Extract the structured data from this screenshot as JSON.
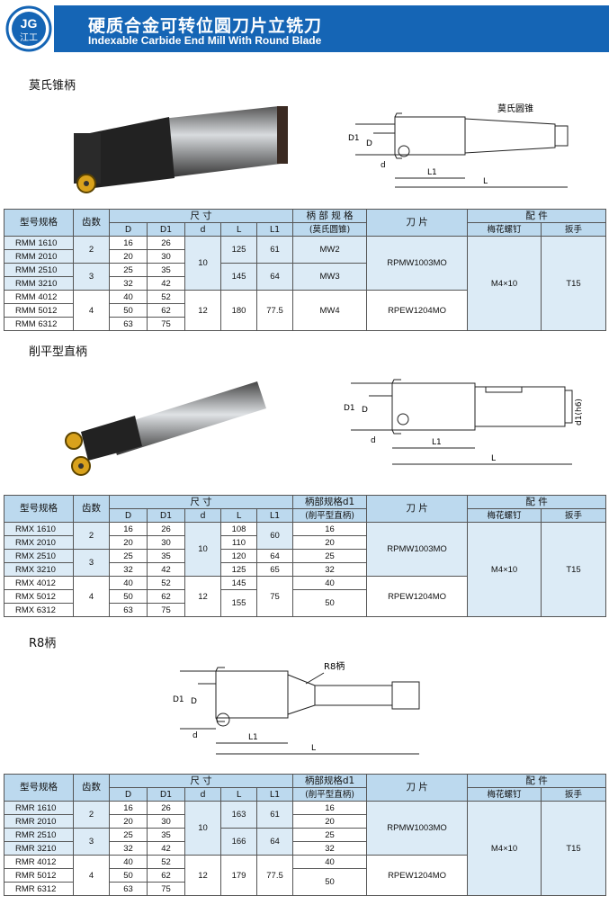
{
  "header": {
    "logo_text_top": "JG",
    "logo_text_bottom": "江工",
    "title_cn": "硬质合金可转位圆刀片立铣刀",
    "title_en": "Indexable Carbide End Mill With Round Blade"
  },
  "colors": {
    "header_band": "#1565b5",
    "table_header": "#bcd9ee",
    "table_row": "#dcebf6"
  },
  "sections": [
    {
      "title": "莫氏锥柄",
      "drawing_labels": {
        "shank": "莫氏圆锥",
        "D1": "D1",
        "D": "D",
        "d": "d",
        "L1": "L1",
        "L": "L"
      },
      "table": {
        "h_model": "型号规格",
        "h_teeth": "齿数",
        "h_size": "尺          寸",
        "h_shank": "柄 部 规 格",
        "h_shank2": "(莫氏圆锥)",
        "h_blade": "刀    片",
        "h_acc": "配        件",
        "h_screw": "梅花螺钉",
        "h_wrench": "扳手",
        "h_D": "D",
        "h_D1": "D1",
        "h_d": "d",
        "h_L": "L",
        "h_L1": "L1",
        "models": [
          "RMM 1610",
          "RMM 2010",
          "RMM 2510",
          "RMM 3210",
          "RMM 4012",
          "RMM 5012",
          "RMM 6312"
        ],
        "D": [
          "16",
          "20",
          "25",
          "32",
          "40",
          "50",
          "63"
        ],
        "D1": [
          "26",
          "30",
          "35",
          "42",
          "52",
          "62",
          "75"
        ],
        "teeth": [
          "2",
          "3",
          "4"
        ],
        "d": [
          "10",
          "12"
        ],
        "L": [
          "125",
          "145",
          "180"
        ],
        "L1": [
          "61",
          "64",
          "77.5"
        ],
        "shank": [
          "MW2",
          "MW3",
          "MW4"
        ],
        "blade": [
          "RPMW1003MO",
          "RPEW1204MO"
        ],
        "screw": "M4×10",
        "wrench": "T15"
      }
    },
    {
      "title": "削平型直柄",
      "drawing_labels": {
        "D1": "D1",
        "D": "D",
        "d": "d",
        "L1": "L1",
        "L": "L",
        "d1": "d1(h6)"
      },
      "table": {
        "h_model": "型号规格",
        "h_teeth": "齿数",
        "h_size": "尺          寸",
        "h_shank": "柄部规格d1",
        "h_shank2": "(削平型直柄)",
        "h_blade": "刀    片",
        "h_acc": "配        件",
        "h_screw": "梅花螺钉",
        "h_wrench": "扳手",
        "h_D": "D",
        "h_D1": "D1",
        "h_d": "d",
        "h_L": "L",
        "h_L1": "L1",
        "models": [
          "RMX 1610",
          "RMX 2010",
          "RMX 2510",
          "RMX 3210",
          "RMX 4012",
          "RMX 5012",
          "RMX 6312"
        ],
        "D": [
          "16",
          "20",
          "25",
          "32",
          "40",
          "50",
          "63"
        ],
        "D1": [
          "26",
          "30",
          "35",
          "42",
          "52",
          "62",
          "75"
        ],
        "teeth": [
          "2",
          "3",
          "4"
        ],
        "d": [
          "10",
          "12"
        ],
        "L": [
          "108",
          "110",
          "120",
          "125",
          "145",
          "155"
        ],
        "L1": [
          "60",
          "64",
          "65",
          "75"
        ],
        "shank": [
          "16",
          "20",
          "25",
          "32",
          "40",
          "50"
        ],
        "blade": [
          "RPMW1003MO",
          "RPEW1204MO"
        ],
        "screw": "M4×10",
        "wrench": "T15"
      }
    },
    {
      "title": "R8柄",
      "drawing_labels": {
        "shank": "R8柄",
        "D1": "D1",
        "D": "D",
        "d": "d",
        "L1": "L1",
        "L": "L"
      },
      "table": {
        "h_model": "型号规格",
        "h_teeth": "齿数",
        "h_size": "尺          寸",
        "h_shank": "柄部规格d1",
        "h_shank2": "(削平型直柄)",
        "h_blade": "刀    片",
        "h_acc": "配        件",
        "h_screw": "梅花螺钉",
        "h_wrench": "扳手",
        "h_D": "D",
        "h_D1": "D1",
        "h_d": "d",
        "h_L": "L",
        "h_L1": "L1",
        "models": [
          "RMR 1610",
          "RMR 2010",
          "RMR 2510",
          "RMR 3210",
          "RMR 4012",
          "RMR 5012",
          "RMR 6312"
        ],
        "D": [
          "16",
          "20",
          "25",
          "32",
          "40",
          "50",
          "63"
        ],
        "D1": [
          "26",
          "30",
          "35",
          "42",
          "52",
          "62",
          "75"
        ],
        "teeth": [
          "2",
          "3",
          "4"
        ],
        "d": [
          "10",
          "12"
        ],
        "L": [
          "163",
          "166",
          "179"
        ],
        "L1": [
          "61",
          "64",
          "77.5"
        ],
        "shank": [
          "16",
          "20",
          "25",
          "32",
          "40",
          "50"
        ],
        "blade": [
          "RPMW1003MO",
          "RPEW1204MO"
        ],
        "screw": "M4×10",
        "wrench": "T15"
      }
    }
  ]
}
